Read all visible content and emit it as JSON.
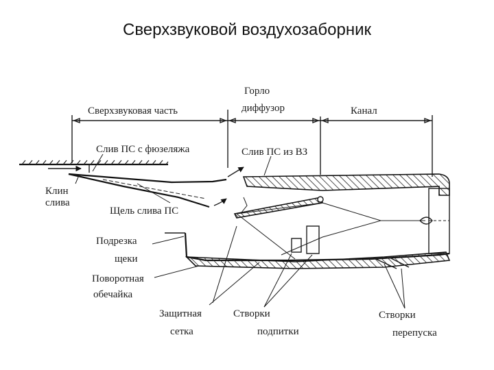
{
  "title": "Сверхзвуковой воздухозаборник",
  "labels": {
    "supersonic_part": "Сверхзвуковая часть",
    "throat_line1": "Горло",
    "throat_line2": "диффузор",
    "channel": "Канал",
    "bleed_fuselage": "Слив ПС с фюзеляжа",
    "bleed_intake": "Слив ПС из ВЗ",
    "wedge_line1": "Клин",
    "wedge_line2": "слива",
    "slot": "Щель слива ПС",
    "undercut_line1": "Подрезка",
    "undercut_line2": "щеки",
    "rotating_line1": "Поворотная",
    "rotating_line2": "обечайка",
    "screen_line1": "Защитная",
    "screen_line2": "сетка",
    "flaps_line1": "Створки",
    "flaps_line2": "подпитки",
    "bypass_line1": "Створки",
    "bypass_line2": "перепуска"
  }
}
